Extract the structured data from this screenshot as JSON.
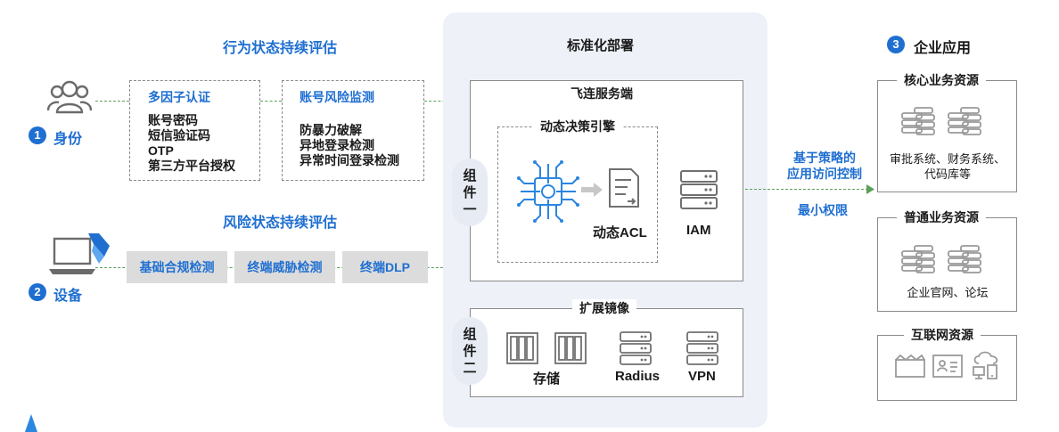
{
  "behavior": {
    "title": "行为状态持续评估",
    "mfa": {
      "title": "多因子认证",
      "items": [
        "账号密码",
        "短信验证码",
        "OTP",
        "第三方平台授权"
      ]
    },
    "risk": {
      "title": "账号风险监测",
      "items": [
        "防暴力破解",
        "异地登录检测",
        "异常时间登录检测"
      ]
    }
  },
  "identity": {
    "num": "1",
    "label": "身份"
  },
  "device": {
    "num": "2",
    "label": "设备",
    "title": "风险状态持续评估",
    "tags": [
      "基础合规检测",
      "终端威胁检测",
      "终端DLP"
    ]
  },
  "deploy": {
    "title": "标准化部署",
    "server": {
      "title": "飞连服务端",
      "component": "组件一",
      "engine": "动态决策引擎",
      "acl": "动态ACL",
      "iam": "IAM"
    },
    "mirror": {
      "title": "扩展镜像",
      "component": "组件二",
      "storage": "存储",
      "radius": "Radius",
      "vpn": "VPN"
    }
  },
  "access": {
    "line1": "基于策略的",
    "line2": "应用访问控制",
    "least": "最小权限"
  },
  "enterprise": {
    "num": "3",
    "title": "企业应用",
    "core": {
      "title": "核心业务资源",
      "desc1": "审批系统、财务系统、",
      "desc2": "代码库等"
    },
    "normal": {
      "title": "普通业务资源",
      "desc": "企业官网、论坛"
    },
    "internet": {
      "title": "互联网资源"
    }
  },
  "colors": {
    "accent": "#1f6fd1",
    "panel": "#eef1f7",
    "line": "#5aa05a"
  }
}
